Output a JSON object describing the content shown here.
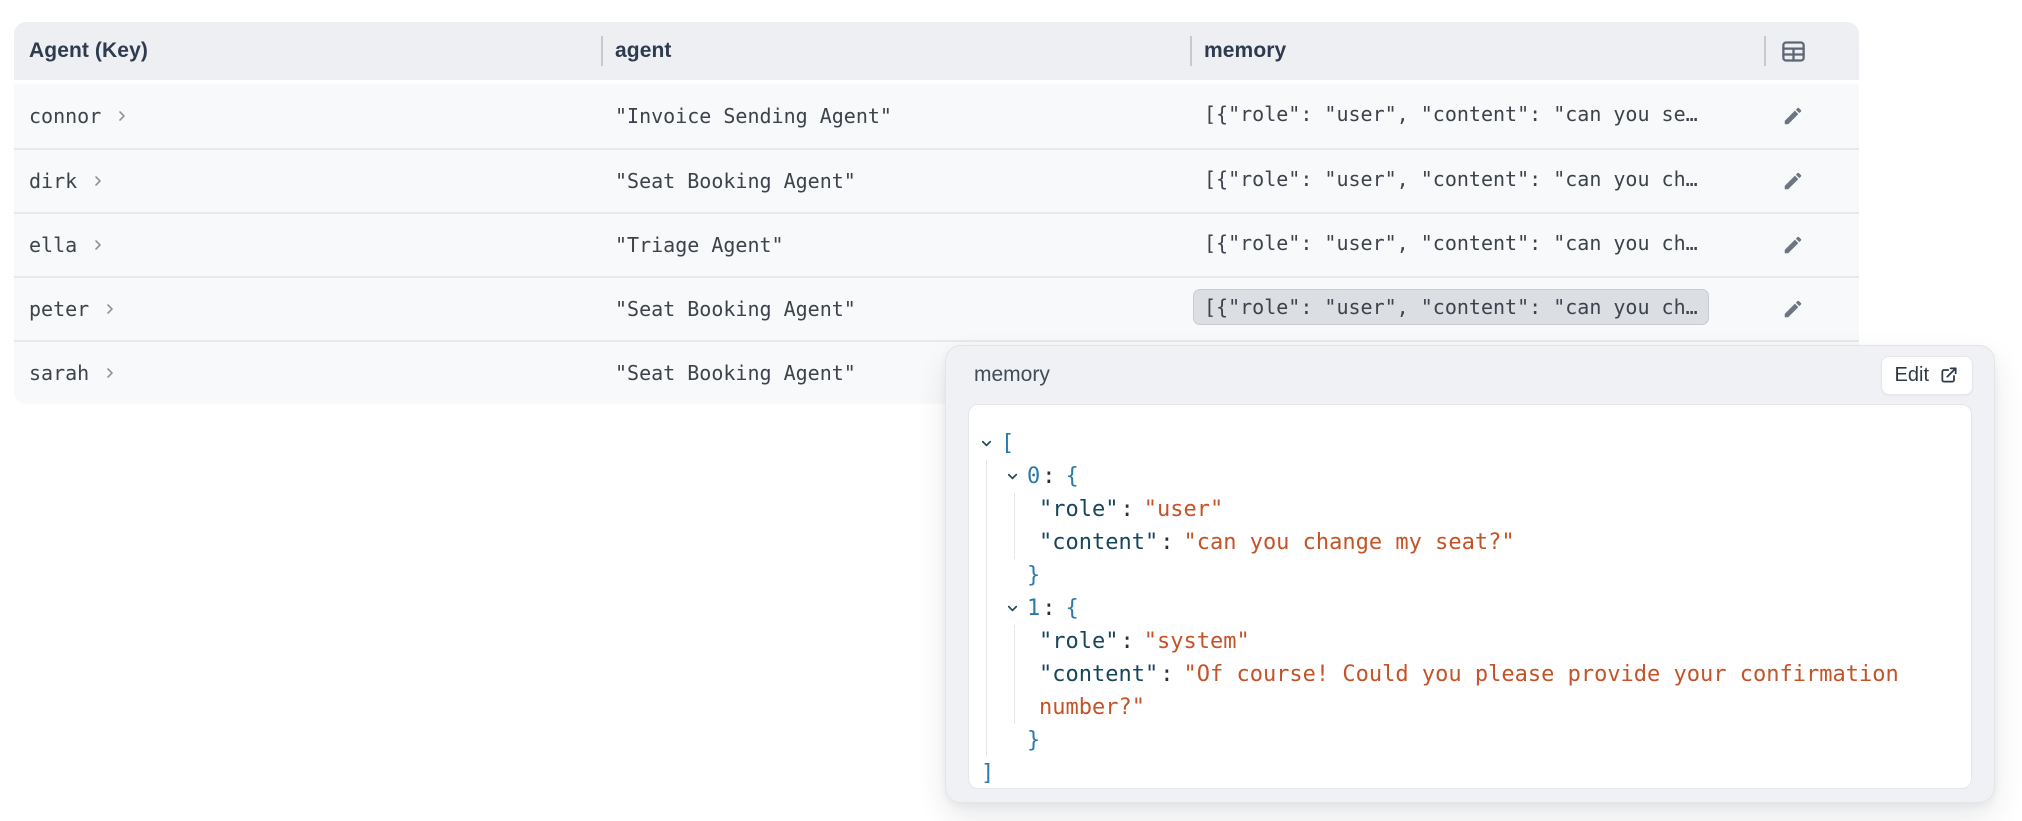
{
  "table": {
    "columns": [
      {
        "label": "Agent (Key)"
      },
      {
        "label": "agent"
      },
      {
        "label": "memory"
      }
    ],
    "rows": [
      {
        "key": "connor",
        "agent": "\"Invoice Sending Agent\"",
        "memory": "[{\"role\": \"user\", \"content\": \"can you se…"
      },
      {
        "key": "dirk",
        "agent": "\"Seat Booking Agent\"",
        "memory": "[{\"role\": \"user\", \"content\": \"can you ch…"
      },
      {
        "key": "ella",
        "agent": "\"Triage Agent\"",
        "memory": "[{\"role\": \"user\", \"content\": \"can you ch…"
      },
      {
        "key": "peter",
        "agent": "\"Seat Booking Agent\"",
        "memory": "[{\"role\": \"user\", \"content\": \"can you ch…"
      },
      {
        "key": "sarah",
        "agent": "\"Seat Booking Agent\"",
        "memory": ""
      }
    ]
  },
  "popup": {
    "title": "memory",
    "edit_label": "Edit",
    "json_tree": {
      "open_bracket": "[",
      "close_bracket": "]",
      "colon": ":",
      "items": [
        {
          "index": "0",
          "open": "{",
          "close": "}",
          "entries": [
            {
              "key": "\"role\"",
              "value": "\"user\""
            },
            {
              "key": "\"content\"",
              "value": "\"can you change my seat?\""
            }
          ]
        },
        {
          "index": "1",
          "open": "{",
          "close": "}",
          "entries": [
            {
              "key": "\"role\"",
              "value": "\"system\""
            },
            {
              "key": "\"content\"",
              "value": "\"Of course! Could you please provide your confirmation number?\""
            }
          ]
        }
      ]
    }
  },
  "icons": {
    "grid_icon": "table-grid",
    "pencil_icon": "edit-pencil",
    "external_link_icon": "external-link",
    "row_chevron_icon": "chevron-right",
    "tree_chevron_icon": "chevron-down"
  },
  "colors": {
    "header_bg": "#edeff2",
    "row_bg": "#f8f9fa",
    "selected_cell_bg": "#dbdee2",
    "popup_bg": "#f0f1f4",
    "json_key": "#16455c",
    "json_string": "#c45327",
    "json_punct": "#2a7ba8",
    "header_text": "#2e3b4e"
  }
}
